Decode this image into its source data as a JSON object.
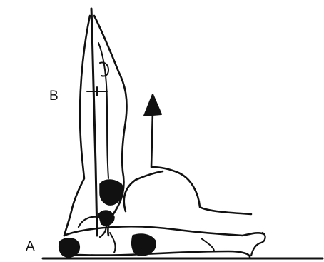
{
  "labels": {
    "top": "B",
    "bottom": "A"
  },
  "colors": {
    "ink": "#111111",
    "background": "#ffffff"
  },
  "icons": {
    "arrow": "upward-curved-arrow"
  }
}
